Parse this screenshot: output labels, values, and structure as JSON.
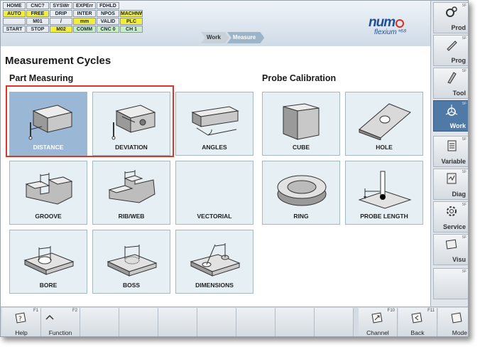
{
  "status": [
    {
      "text": "HOME",
      "cls": ""
    },
    {
      "text": "CNC?",
      "cls": ""
    },
    {
      "text": "SYSWr",
      "cls": ""
    },
    {
      "text": "EXPErr",
      "cls": ""
    },
    {
      "text": "FDHLD",
      "cls": ""
    },
    {
      "text": "",
      "cls": ""
    },
    {
      "text": "AUTO",
      "cls": "y"
    },
    {
      "text": "FREE",
      "cls": "y"
    },
    {
      "text": "DRIP",
      "cls": ""
    },
    {
      "text": "INTER",
      "cls": ""
    },
    {
      "text": "NPOS",
      "cls": ""
    },
    {
      "text": "MACHNW",
      "cls": "y"
    },
    {
      "text": "",
      "cls": ""
    },
    {
      "text": "M01",
      "cls": ""
    },
    {
      "text": "/",
      "cls": ""
    },
    {
      "text": "mm",
      "cls": "y"
    },
    {
      "text": "VALID",
      "cls": ""
    },
    {
      "text": "PLC",
      "cls": "y"
    },
    {
      "text": "START",
      "cls": ""
    },
    {
      "text": "STOP",
      "cls": ""
    },
    {
      "text": "M02",
      "cls": "y"
    },
    {
      "text": "COMM",
      "cls": "g"
    },
    {
      "text": "CNC 0",
      "cls": "g"
    },
    {
      "text": "CH 1",
      "cls": "g"
    }
  ],
  "logo": {
    "brand": "num",
    "product": "flexium⁺⁶⁸"
  },
  "breadcrumb": [
    "Work",
    "Measure"
  ],
  "page_title": "Measurement Cycles",
  "sections": {
    "part": "Part Measuring",
    "probe": "Probe Calibration"
  },
  "tiles": [
    "DISTANCE",
    "DEVIATION",
    "ANGLES",
    "GROOVE",
    "RIB/WEB",
    "VECTORIAL",
    "BORE",
    "BOSS",
    "DIMENSIONS",
    "CUBE",
    "HOLE",
    "RING",
    "PROBE LENGTH"
  ],
  "right_panel": [
    "Prod",
    "Prog",
    "Tool",
    "Work",
    "Variable",
    "Diag",
    "Service",
    "Visu"
  ],
  "fkeys": [
    {
      "label": "Help",
      "num": "F1"
    },
    {
      "label": "Function",
      "num": "F2"
    },
    {
      "label": "",
      "num": ""
    },
    {
      "label": "",
      "num": ""
    },
    {
      "label": "",
      "num": ""
    },
    {
      "label": "",
      "num": ""
    },
    {
      "label": "",
      "num": ""
    },
    {
      "label": "",
      "num": ""
    },
    {
      "label": "",
      "num": ""
    },
    {
      "label": "Channel",
      "num": "F10"
    },
    {
      "label": "Back",
      "num": "F11"
    },
    {
      "label": "Mode",
      "num": ""
    }
  ]
}
